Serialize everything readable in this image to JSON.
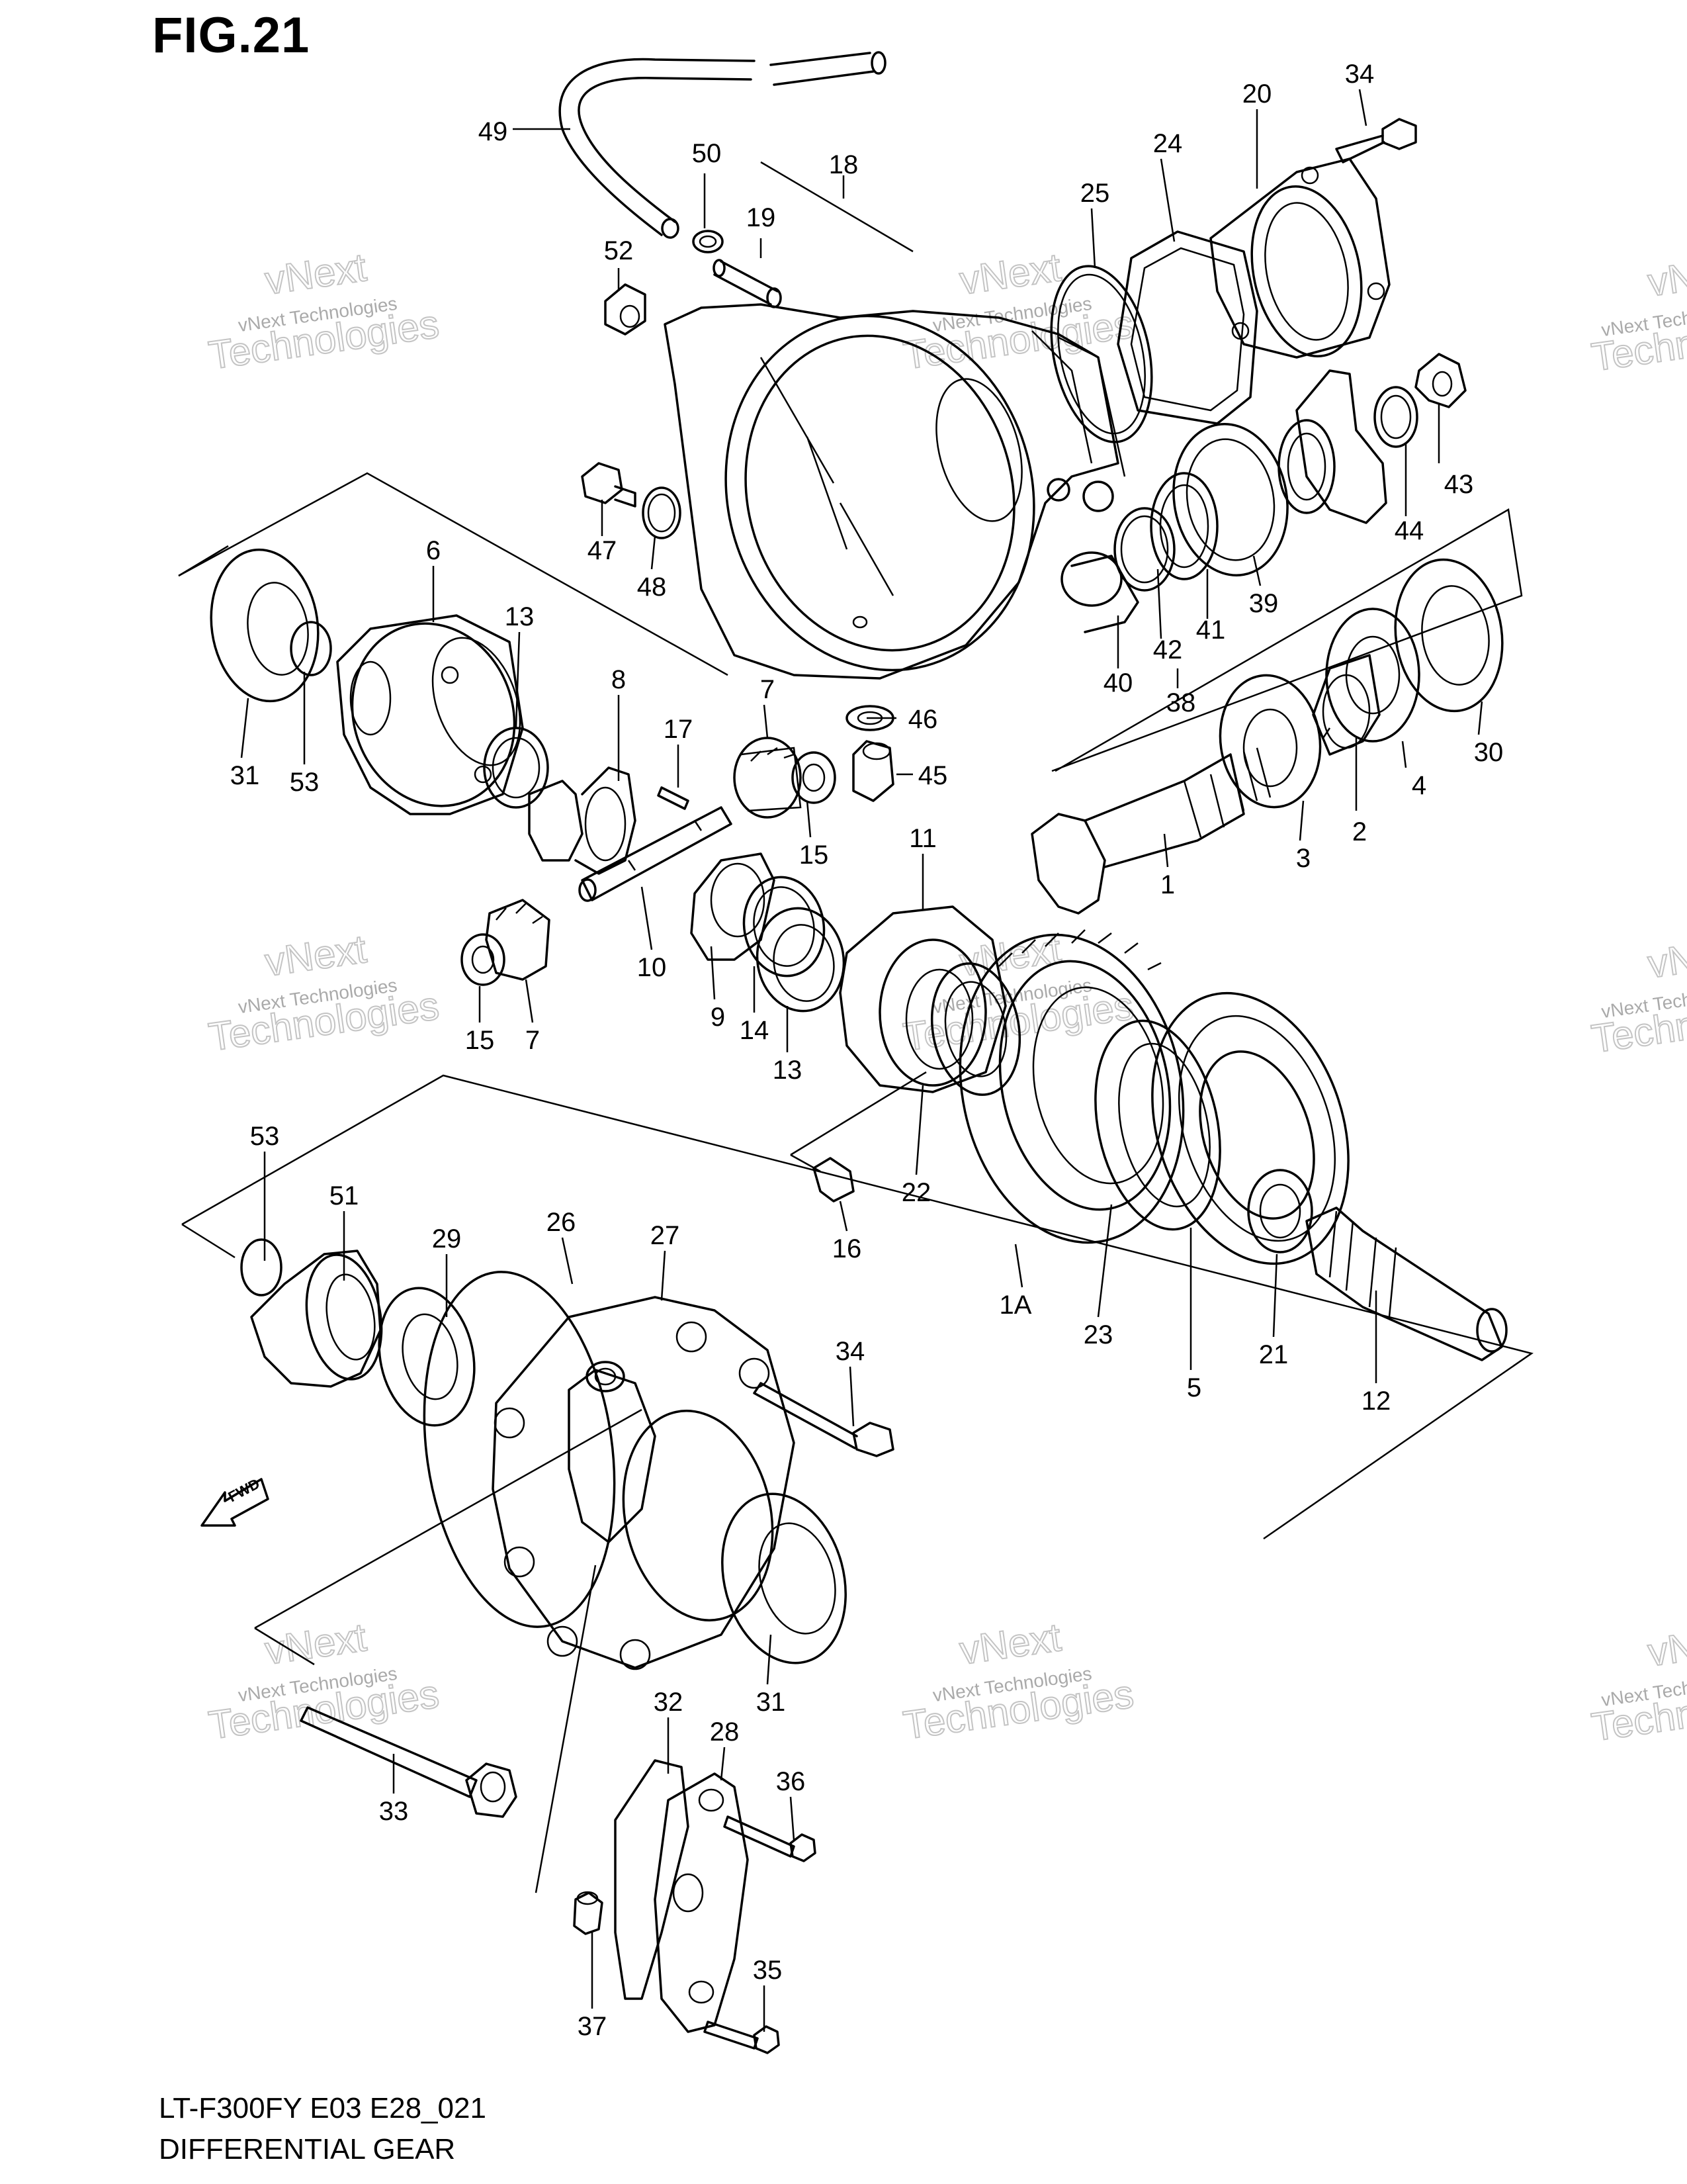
{
  "figure": {
    "title": "FIG.21",
    "model_code": "LT-F300FY E03 E28_021",
    "caption": "DIFFERENTIAL GEAR"
  },
  "watermark": {
    "line1": "vNext Technologies",
    "word_a": "vNext",
    "word_b": "Technologies"
  },
  "fwd_label": "FWD",
  "callouts": [
    "1",
    "1A",
    "2",
    "3",
    "4",
    "5",
    "6",
    "7",
    "7",
    "8",
    "9",
    "10",
    "11",
    "12",
    "13",
    "13",
    "14",
    "15",
    "15",
    "16",
    "17",
    "18",
    "19",
    "20",
    "21",
    "22",
    "23",
    "24",
    "25",
    "26",
    "27",
    "28",
    "29",
    "30",
    "31",
    "31",
    "32",
    "33",
    "34",
    "34",
    "35",
    "36",
    "37",
    "38",
    "39",
    "40",
    "41",
    "42",
    "43",
    "44",
    "45",
    "46",
    "47",
    "48",
    "49",
    "50",
    "51",
    "52",
    "53",
    "53"
  ]
}
